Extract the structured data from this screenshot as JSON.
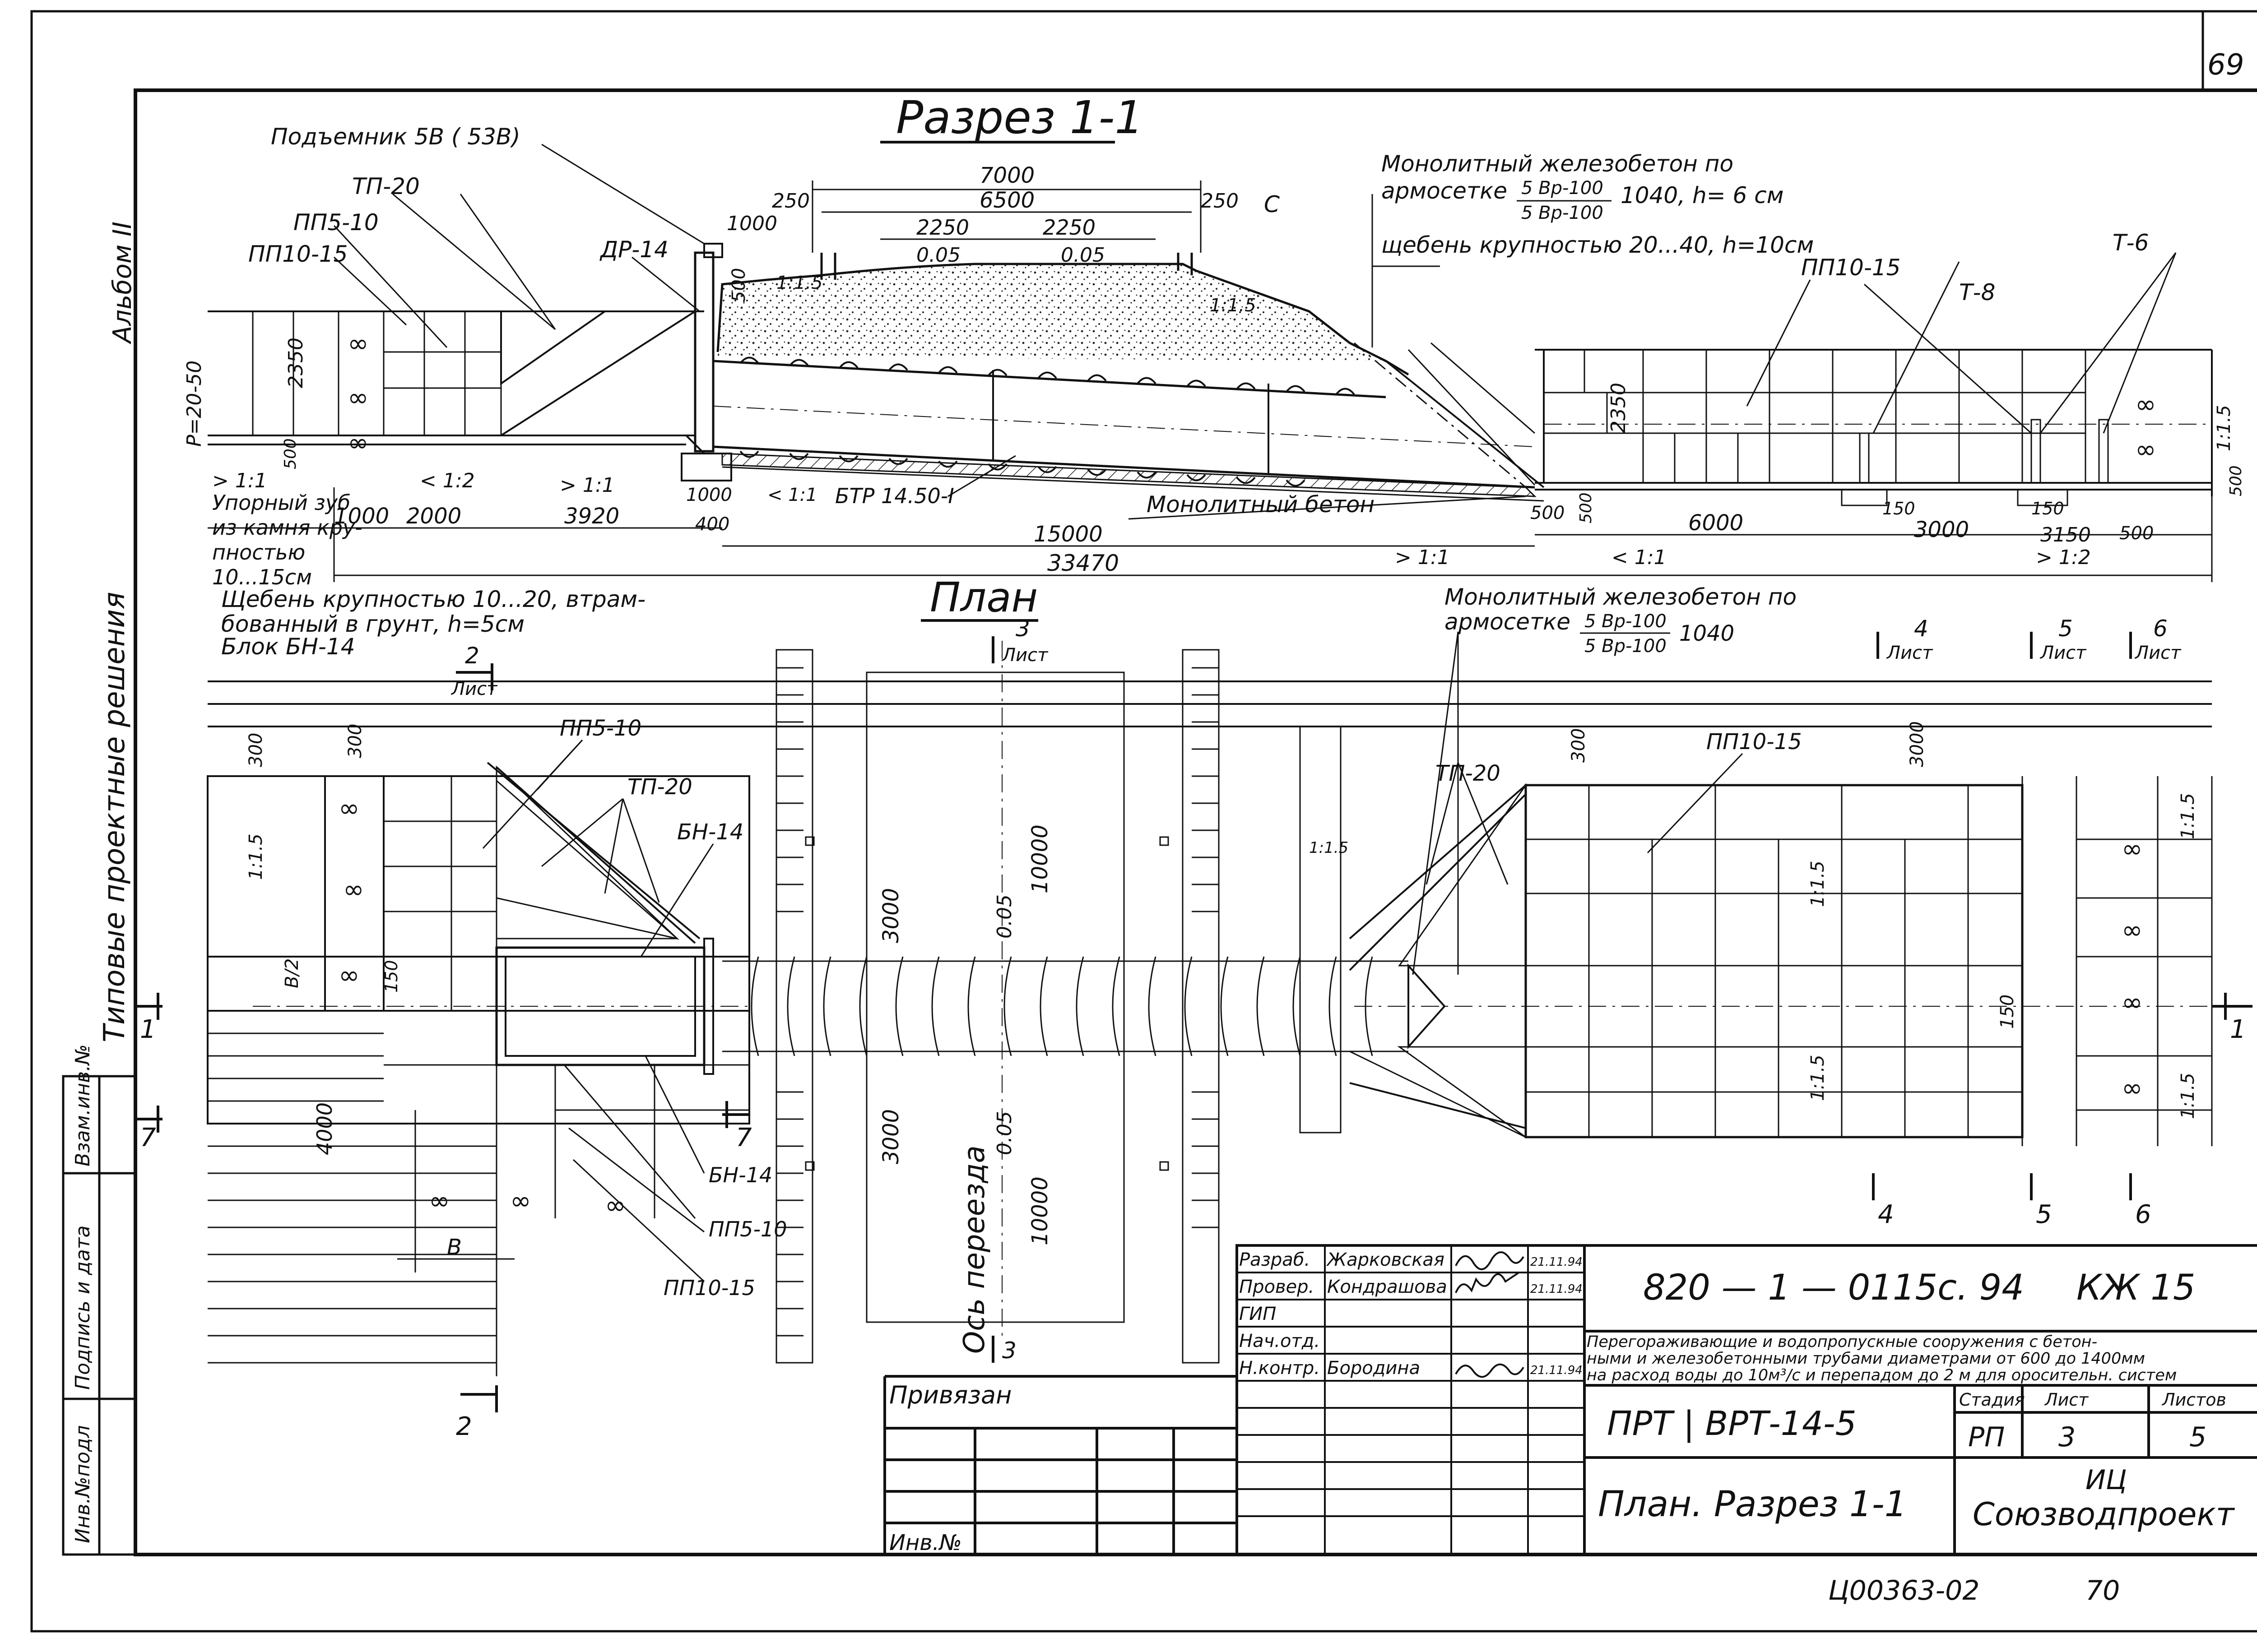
{
  "sheet_corner_number": "69",
  "album_label": "Альбом II",
  "series_label": "Типовые проектные решения",
  "left_stamp": [
    "Инв.№подл",
    "Подпись и дата",
    "Взам.инв.№"
  ],
  "section": {
    "title": "Разрез 1-1",
    "labels": {
      "hoist": "Подъемник 5В ( 53В)",
      "tp20": "ТП-20",
      "pp5_10": "ПП5-10",
      "pp10_15": "ПП10-15",
      "dr14": "ДР-14",
      "c": "С",
      "rebar_line1": "Монолитный железобетон по",
      "rebar_line2": "армосетке",
      "rebar_frac_top": "5 Вр-100",
      "rebar_frac_bot": "5 Вр-100",
      "rebar_suffix": "1040, h= 6 см",
      "gravel": "щебень крупностью 20...40, h=10см",
      "pp10_15_right": "ПП10-15",
      "t8": "Т-8",
      "t6": "Т-6",
      "tooth_1": "Упорный зуб",
      "tooth_2": "из камня кру-",
      "tooth_3": "пностью",
      "tooth_4": "10...15см",
      "pipe": "БТР 14.50-I",
      "monolith": "Монолитный бетон",
      "p_level": "Р=20-50",
      "gravel2_1": "Щебень крупностью 10...20, втрам-",
      "gravel2_2": "бованный в грунт, h=5см",
      "block": "Блок БН-14",
      "slope_left": "0.05",
      "slope_right": "0.05"
    },
    "dims": {
      "d7000": "7000",
      "d6500": "6500",
      "d250a": "250",
      "d250b": "250",
      "d1000top": "1000",
      "d2250a": "2250",
      "d2250b": "2250",
      "d500": "500",
      "d2350": "2350",
      "d2350r": "2350",
      "d1000": "1000",
      "d2000": "2000",
      "d3920": "3920",
      "d1000b": "1000",
      "d400": "400",
      "d15000": "15000",
      "d500b": "500",
      "d500c": "500",
      "d6000": "6000",
      "d150": "150",
      "d3000": "3000",
      "d150b": "150",
      "d3150": "3150",
      "d500d": "500",
      "d500e": "500",
      "d33470": "33470",
      "d500f": "500"
    },
    "slopes": {
      "s1": "> 1:1",
      "s2": "< 1:2",
      "s3": "> 1:1",
      "s4": "< 1:1",
      "s5": "1:1.5",
      "s6": "1:1.5",
      "s7": "> 1:1",
      "s8": "< 1:1",
      "s9": "> 1:2",
      "s10": "1:1.5"
    }
  },
  "plan": {
    "title": "План",
    "labels": {
      "pp5_10": "ПП5-10",
      "tp20": "ТП-20",
      "bn14": "БН-14",
      "bn14_bottom": "БН-14",
      "pp5_10_bottom": "ПП5-10",
      "pp10_15_bottom": "ПП10-15",
      "rebar_line1": "Монолитный железобетон по",
      "rebar_line2": "армосетке",
      "rebar_frac_top": "5 Вр-100",
      "rebar_frac_bot": "5 Вр-100",
      "rebar_suffix": "1040",
      "tp20_right": "ТП-20",
      "pp10_15_right": "ПП10-15",
      "axis": "Ось переезда",
      "b": "В",
      "b2": "В/2"
    },
    "dims": {
      "p300": "300",
      "p300b": "300",
      "p300c": "300",
      "p3000": "3000",
      "p3000b": "3000",
      "p10000": "10000",
      "p10000b": "10000",
      "p4000": "4000",
      "p150": "150",
      "p150r": "150",
      "p3000r": "3000",
      "p005a": "0.05",
      "p005b": "0.05"
    },
    "slopes": {
      "ps1": "1:1.5",
      "ps2": "1:1.5",
      "ps3": "1:1.5",
      "ps4": "1:1.5",
      "ps5": "1:1.5",
      "ps6": "1:1.5"
    },
    "section_marks": {
      "m2": "2",
      "m2sheet": "Лист",
      "m3": "3",
      "m3sheet": "Лист",
      "m4": "4",
      "m4sheet": "Лист",
      "m5": "5",
      "m5sheet": "Лист",
      "m6": "6",
      "m6sheet": "Лист",
      "m1l": "1",
      "m1r": "1",
      "m7l": "7",
      "m7r": "7",
      "m2b": "2",
      "m3b": "3",
      "m4b": "4",
      "m5b": "5",
      "m6b": "6"
    }
  },
  "title_block": {
    "code": "820 — 1 — 0115с. 94",
    "mark": "КЖ 15",
    "rows": [
      {
        "role": "Разраб.",
        "name": "Жарковская",
        "date": "21.11.94"
      },
      {
        "role": "Провер.",
        "name": "Кондрашова",
        "date": "21.11.94"
      },
      {
        "role": "ГИП",
        "name": "",
        "date": ""
      },
      {
        "role": "Нач.отд.",
        "name": "",
        "date": ""
      },
      {
        "role": "Н.контр.",
        "name": "Бородина",
        "date": "21.11.94"
      }
    ],
    "description_1": "Перегораживающие и водопропускные сооружения с бетон-",
    "description_2": "ными и железобетонными трубами диаметрами от 600 до 1400мм",
    "description_3": "на расход воды до 10м³/с и перепадом до 2 м для оросительн. систем",
    "drawing_code": "ПРТ | ВРТ-14-5",
    "sheet_title": "План. Разрез 1-1",
    "stage_label": "Стадия",
    "sheet_label": "Лист",
    "sheets_label": "Листов",
    "stage": "РП",
    "sheet": "3",
    "sheets": "5",
    "org1": "ИЦ",
    "org2": "Союзводпроект",
    "privyazan": "Привязан",
    "inv_no": "Инв.№"
  },
  "footer_code": "Ц00363-02",
  "footer_page": "70"
}
